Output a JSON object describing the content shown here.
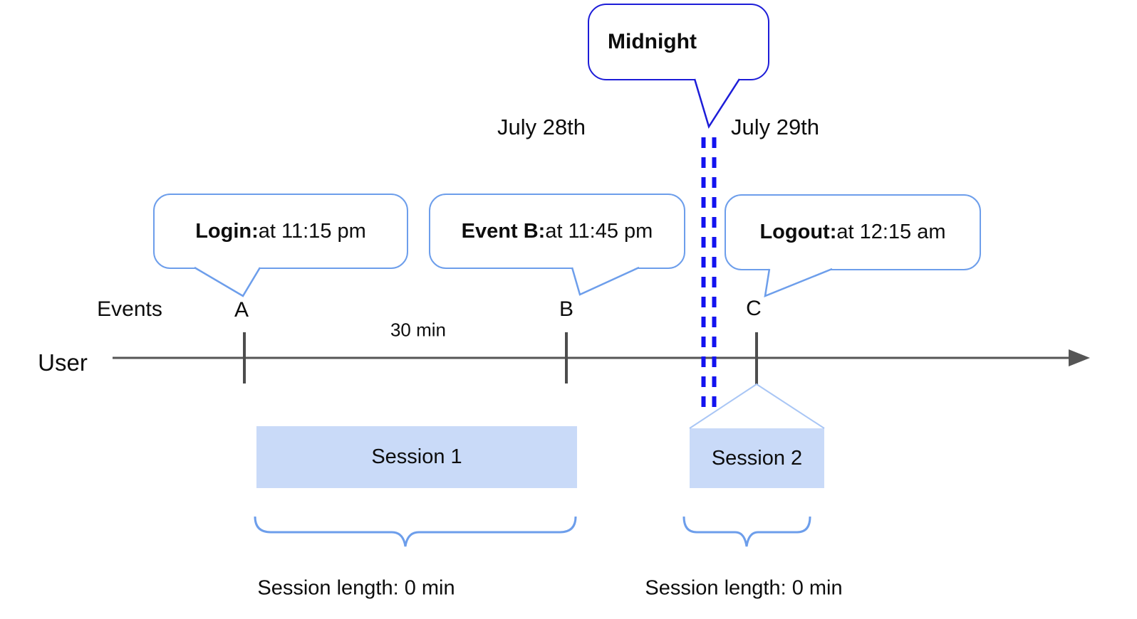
{
  "diagram_title_implicit": "User session timeline across midnight",
  "colors": {
    "callout_border_light_blue": "#6d9eeb",
    "midnight_border_dark_blue": "#1d1dd8",
    "midnight_dash_blue": "#1313ef",
    "session_box_fill": "#c9daf8",
    "funnel_light_blue": "#a9c6f5",
    "brace_blue": "#6d9eeb",
    "timeline_gray": "#555555",
    "text_black": "#0d0d0d"
  },
  "dates": {
    "before_midnight": "July 28th",
    "after_midnight": "July 29th"
  },
  "midnight": {
    "label": "Midnight"
  },
  "timeline": {
    "user_label": "User",
    "events_label": "Events",
    "interval_label": "30 min"
  },
  "events": [
    {
      "id": "A",
      "callout_bold": "Login:",
      "callout_rest": " at 11:15 pm"
    },
    {
      "id": "B",
      "callout_bold": "Event B:",
      "callout_rest": " at 11:45 pm"
    },
    {
      "id": "C",
      "callout_bold": "Logout:",
      "callout_rest": " at 12:15 am"
    }
  ],
  "sessions": [
    {
      "label": "Session 1",
      "length_label": "Session length: 0 min"
    },
    {
      "label": "Session 2",
      "length_label": "Session length: 0 min"
    }
  ]
}
